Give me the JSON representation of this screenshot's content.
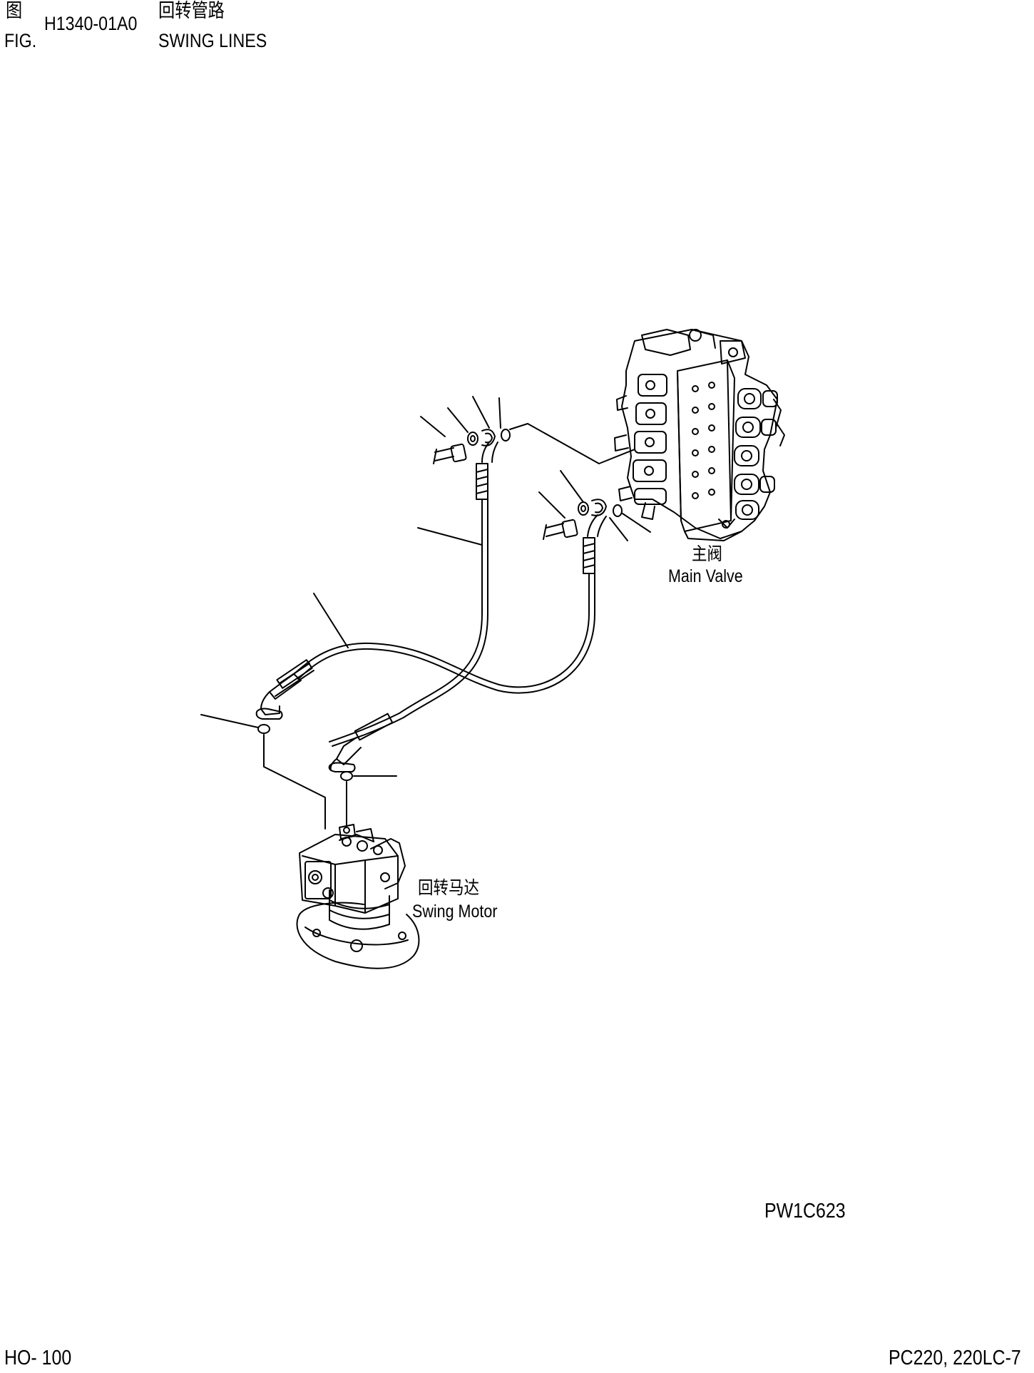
{
  "header": {
    "fig_cn": "图",
    "fig_en": "FIG.",
    "fig_number": "H1340-01A0",
    "title_cn": "回转管路",
    "title_en": "SWING LINES"
  },
  "labels": {
    "main_valve_cn": "主阀",
    "main_valve_en": "Main Valve",
    "swing_motor_cn": "回转马达",
    "swing_motor_en": "Swing Motor"
  },
  "drawing_code": "PW1C623",
  "footer": {
    "page": "HO- 100",
    "model": "PC220, 220LC-7"
  },
  "colors": {
    "line": "#000000",
    "background": "#ffffff"
  }
}
